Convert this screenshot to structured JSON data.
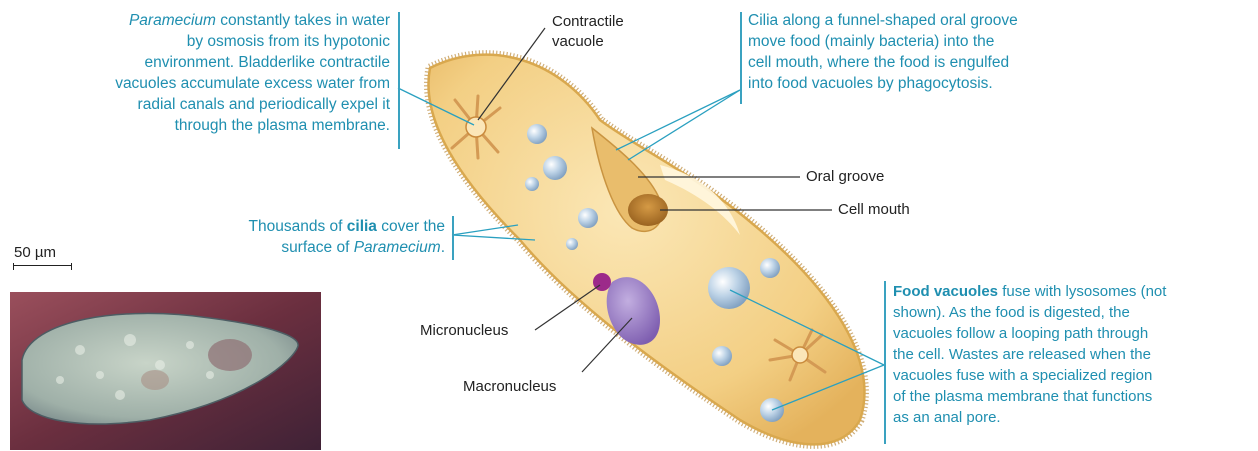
{
  "callouts": {
    "contractile_top": {
      "line1_italic": "Paramecium",
      "line1_rest": " constantly takes in water",
      "line2": "by osmosis from its hypotonic",
      "line3": "environment. Bladderlike contractile",
      "line4": "vacuoles accumulate excess water from",
      "line5": "radial canals and periodically expel it",
      "line6": "through the plasma membrane."
    },
    "cilia_oral": {
      "line1": "Cilia along a funnel-shaped oral groove",
      "line2": "move food (mainly bacteria) into the",
      "line3": "cell mouth, where the food is engulfed",
      "line4": "into food vacuoles by phagocytosis."
    },
    "cilia_cover": {
      "line1_pre": "Thousands of ",
      "line1_bold": "cilia",
      "line1_post": " cover the",
      "line2_pre": "surface of ",
      "line2_italic": "Paramecium",
      "line2_post": "."
    },
    "food_vacuoles": {
      "line1_bold": "Food vacuoles",
      "line1_rest": " fuse with lysosomes (not",
      "line2": "shown). As the food is digested, the",
      "line3": "vacuoles follow a looping path through",
      "line4": "the cell. Wastes are released when the",
      "line5": "vacuoles fuse with a specialized region",
      "line6": "of the plasma membrane that functions",
      "line7": "as an anal pore."
    }
  },
  "labels": {
    "contractile_vacuole_l1": "Contractile",
    "contractile_vacuole_l2": "vacuole",
    "oral_groove": "Oral groove",
    "cell_mouth": "Cell mouth",
    "micronucleus": "Micronucleus",
    "macronucleus": "Macronucleus"
  },
  "scale": {
    "label": "50 µm"
  },
  "colors": {
    "callout_text": "#1f8fb0",
    "cell_fill": "#f5d48e",
    "cell_edge": "#d9a84e",
    "macronucleus": "#9a7cc6",
    "micronucleus": "#9c2a8a",
    "vacuole": "#a9c3dc",
    "photo_bg": "#7a3a48"
  }
}
